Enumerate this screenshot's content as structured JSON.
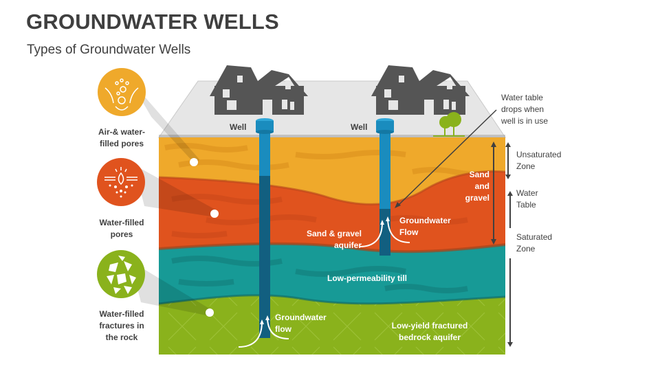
{
  "header": {
    "title": "GROUNDWATER WELLS",
    "subtitle": "Types of Groundwater Wells"
  },
  "icons": [
    {
      "name": "air-water-pores-icon",
      "label_line1": "Air-& water-",
      "label_line2": "filled pores",
      "color": "#EFA92B"
    },
    {
      "name": "water-filled-pores-icon",
      "label_line1": "Water-filled",
      "label_line2": "pores",
      "color": "#E0531E"
    },
    {
      "name": "fractures-icon",
      "label_line1": "Water-filled",
      "label_line2": "fractures in",
      "label_line3": "the rock",
      "color": "#8AB21C"
    }
  ],
  "wells": [
    {
      "label": "Well"
    },
    {
      "label": "Well"
    }
  ],
  "layers": {
    "unsaturated_color": "#EFA92B",
    "sand_gravel_color": "#E0531E",
    "till_color": "#179A96",
    "bedrock_color": "#8AB21C",
    "surface_color": "#E6E6E6",
    "pipe_color": "#1A8CBE",
    "pipe_dark_color": "#125F80"
  },
  "diagram_labels": {
    "sand_gravel_aquifer_1": "Sand & gravel",
    "sand_gravel_aquifer_2": "aquifer",
    "gw_flow_upper_1": "Groundwater",
    "gw_flow_upper_2": "Flow",
    "sand_and_gravel_1": "Sand",
    "sand_and_gravel_2": "and",
    "sand_and_gravel_3": "gravel",
    "till": "Low-permeability till",
    "gw_flow_lower_1": "Groundwater",
    "gw_flow_lower_2": "flow",
    "bedrock_1": "Low-yield fractured",
    "bedrock_2": "bedrock aquifer"
  },
  "annotations": {
    "water_table_drop_1": "Water table",
    "water_table_drop_2": "drops when",
    "water_table_drop_3": "well is in use",
    "unsaturated_1": "Unsaturated",
    "unsaturated_2": "Zone",
    "water_table_1": "Water",
    "water_table_2": "Table",
    "saturated_1": "Saturated",
    "saturated_2": "Zone"
  }
}
